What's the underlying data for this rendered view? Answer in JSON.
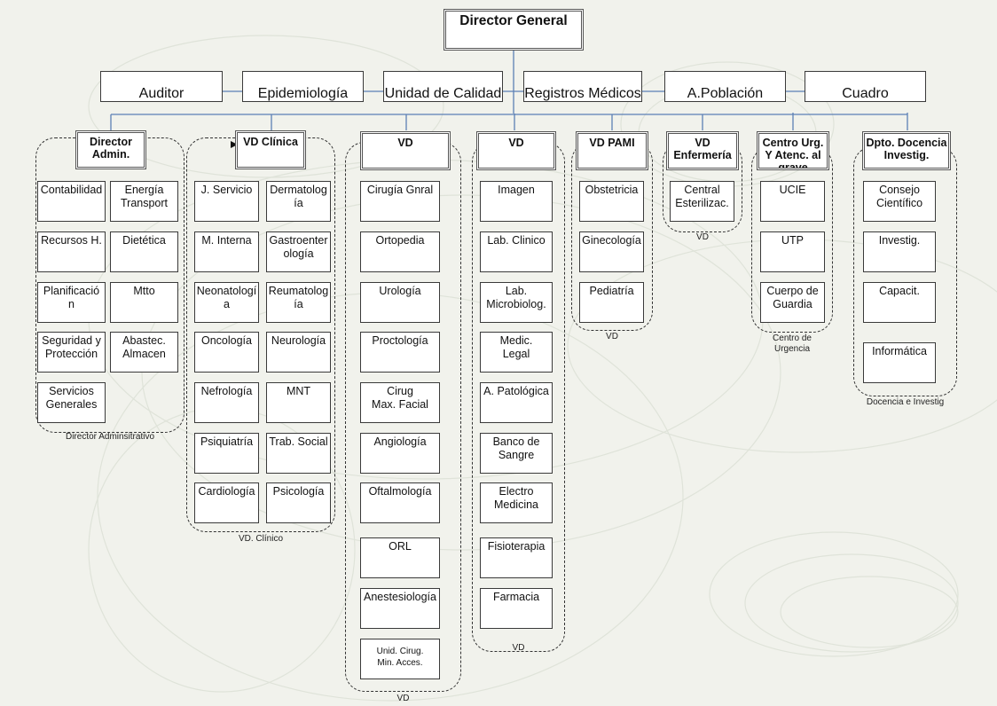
{
  "chart_title": "Director General",
  "staff": [
    "Auditor",
    "Epidemiología",
    "Unidad de Calidad",
    "Registros Médicos",
    "A.Población",
    "Cuadro"
  ],
  "divisions": [
    {
      "head": "Director\nAdmin.",
      "group_label": "Director Adminsitrativo",
      "units": [
        "Contabilidad",
        "Energía\nTransport",
        "Recursos H.",
        "Dietética",
        "Planificació\nn",
        "Mtto",
        "Seguridad y\nProtección",
        "Abastec.\nAlmacen",
        "Servicios\nGenerales"
      ]
    },
    {
      "head": "VD Clínica",
      "group_label": "VD. Clínico",
      "units": [
        "J. Servicio",
        "Dermatolog\nía",
        "M. Interna",
        "Gastroenter\nología",
        "Neonatologí\na",
        "Reumatolog\nía",
        "Oncología",
        "Neurología",
        "Nefrología",
        "MNT",
        "Psiquiatría",
        "Trab. Social",
        "Cardiología",
        "Psicología"
      ]
    },
    {
      "head": "VD",
      "group_label": "VD",
      "units": [
        "Cirugía Gnral",
        "Ortopedia",
        "Urología",
        "Proctología",
        "Cirug\nMax. Facial",
        "Angiología",
        "Oftalmología",
        "ORL",
        "Anestesiología",
        "Unid. Cirug.\nMin. Acces."
      ]
    },
    {
      "head": "VD",
      "group_label": "VD",
      "units": [
        "Imagen",
        "Lab. Clinico",
        "Lab.\nMicrobiolog.",
        "Medic.\nLegal",
        "A. Patológica",
        "Banco de\nSangre",
        "Electro\nMedicina",
        "Fisioterapia",
        "Farmacia"
      ]
    },
    {
      "head": "VD PAMI",
      "group_label": "VD",
      "units": [
        "Obstetricia",
        "Ginecología",
        "Pediatría"
      ]
    },
    {
      "head": "VD\nEnfermería",
      "group_label": "VD",
      "units": [
        "Central\nEsterilizac."
      ]
    },
    {
      "head": "Centro Urg.\nY Atenc. al\ngrave",
      "group_label": "Centro de\nUrgencia",
      "units": [
        "UCIE",
        "UTP",
        "Cuerpo de\nGuardia"
      ]
    },
    {
      "head": "Dpto. Docencia\nInvestig.",
      "group_label": "Docencia e Investig",
      "units": [
        "Consejo\nCientífico",
        "Investig.",
        "Capacit.",
        "Informática"
      ]
    }
  ],
  "colors": {
    "connector": "#5b7fb5",
    "background": "#f1f2ec",
    "border": "#3a3a3a"
  }
}
